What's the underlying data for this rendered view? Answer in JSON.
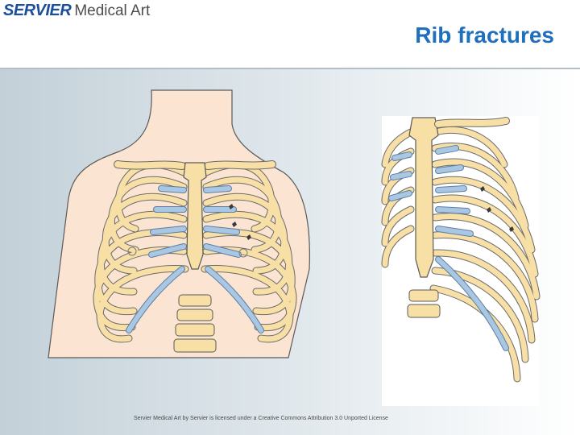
{
  "header": {
    "logo_brand": "SERVIER",
    "logo_product": "Medical Art",
    "title": "Rib fractures"
  },
  "footer": {
    "credit": "Servier Medical Art by Servier is licensed under a Creative Commons Attribution 3.0 Unported License"
  },
  "illustrations": [
    {
      "view": "frontal-chest-rib-cage",
      "icon": "rib-cage-front-icon"
    },
    {
      "view": "lateral-oblique-rib-cage",
      "icon": "rib-cage-side-icon"
    }
  ],
  "colors": {
    "brand_blue": "#1b4f9c",
    "title_blue": "#1f6fbf",
    "bone": "#f7dfa5",
    "cartilage": "#a9c6e2",
    "skin": "#fbe4d2",
    "outline": "#5a5a5a"
  }
}
